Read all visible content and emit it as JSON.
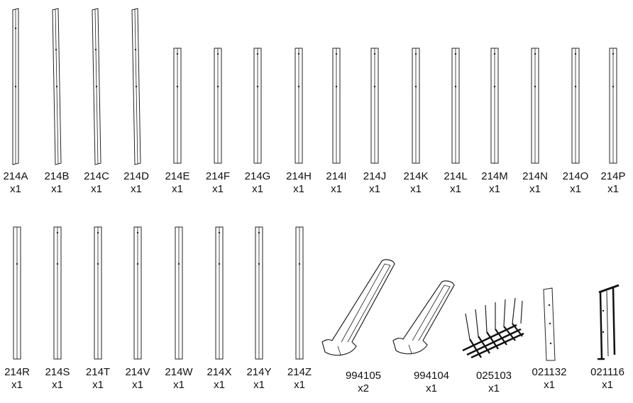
{
  "row1": [
    {
      "code": "214A",
      "qty": "x1"
    },
    {
      "code": "214B",
      "qty": "x1"
    },
    {
      "code": "214C",
      "qty": "x1"
    },
    {
      "code": "214D",
      "qty": "x1"
    },
    {
      "code": "214E",
      "qty": "x1"
    },
    {
      "code": "214F",
      "qty": "x1"
    },
    {
      "code": "214G",
      "qty": "x1"
    },
    {
      "code": "214H",
      "qty": "x1"
    },
    {
      "code": "214I",
      "qty": "x1"
    },
    {
      "code": "214J",
      "qty": "x1"
    },
    {
      "code": "214K",
      "qty": "x1"
    },
    {
      "code": "214L",
      "qty": "x1"
    },
    {
      "code": "214M",
      "qty": "x1"
    },
    {
      "code": "214N",
      "qty": "x1"
    },
    {
      "code": "214O",
      "qty": "x1"
    },
    {
      "code": "214P",
      "qty": "x1"
    }
  ],
  "row2": [
    {
      "code": "214R",
      "qty": "x1"
    },
    {
      "code": "214S",
      "qty": "x1"
    },
    {
      "code": "214T",
      "qty": "x1"
    },
    {
      "code": "214V",
      "qty": "x1"
    },
    {
      "code": "214W",
      "qty": "x1"
    },
    {
      "code": "214X",
      "qty": "x1"
    },
    {
      "code": "214Y",
      "qty": "x1"
    },
    {
      "code": "214Z",
      "qty": "x1"
    }
  ],
  "extras": [
    {
      "code": "994105",
      "qty": "x2"
    },
    {
      "code": "994104",
      "qty": "x1"
    },
    {
      "code": "025103",
      "qty": "x1"
    },
    {
      "code": "021132",
      "qty": "x1"
    },
    {
      "code": "021116",
      "qty": "x1"
    }
  ]
}
